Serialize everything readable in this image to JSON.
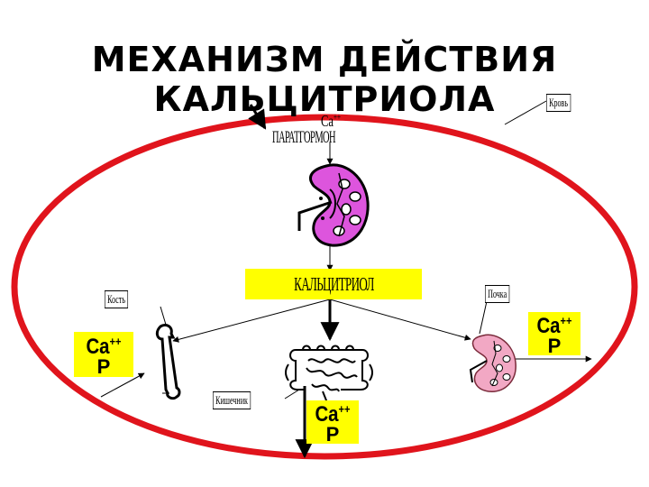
{
  "title": {
    "line1": "МЕХАНИЗМ ДЕЙСТВИЯ",
    "line2": "КАЛЬЦИТРИОЛА"
  },
  "top_node": {
    "ion": "Ca",
    "ion_charge": "++",
    "hormone": "ПАРАТГОРМОН"
  },
  "center_box": {
    "label": "КАЛЬЦИТРИОЛ"
  },
  "labels": {
    "blood": "Кровь",
    "bone": "Кость",
    "intestine": "Кишечник",
    "kidney": "Почка"
  },
  "bone_box": {
    "ion": "Ca",
    "charge": "++",
    "p": "P"
  },
  "intestine_box": {
    "ion": "Ca",
    "charge": "++",
    "p": "P"
  },
  "kidney_box": {
    "ion": "Ca",
    "charge": "++",
    "p": "P"
  },
  "colors": {
    "ellipse_stroke": "#e0141c",
    "kidney_fill": "#dd55dd",
    "kidney_small_fill": "#f2a8c4",
    "highlight_box": "#ffff00"
  },
  "icons": [
    "kidney-icon",
    "bone-icon",
    "intestine-icon",
    "kidney-small-icon"
  ]
}
